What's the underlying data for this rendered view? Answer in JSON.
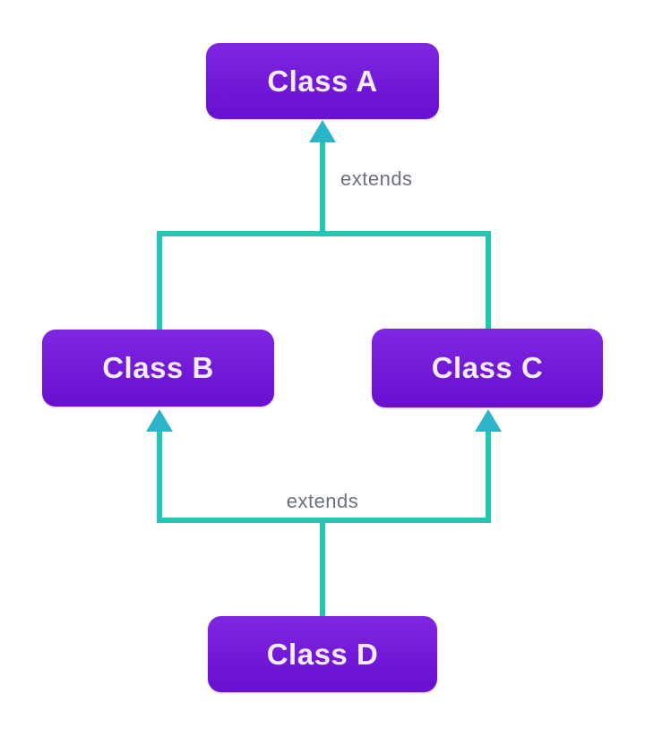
{
  "diagram": {
    "type": "class-inheritance",
    "nodes": [
      {
        "id": "class-a",
        "label": "Class A"
      },
      {
        "id": "class-b",
        "label": "Class B"
      },
      {
        "id": "class-c",
        "label": "Class C"
      },
      {
        "id": "class-d",
        "label": "Class D"
      }
    ],
    "edges": [
      {
        "from": [
          "class-b",
          "class-c"
        ],
        "to": "class-a",
        "label": "extends"
      },
      {
        "from": [
          "class-d"
        ],
        "to": [
          "class-b",
          "class-c"
        ],
        "label": "extends"
      }
    ],
    "icons": [
      {
        "name": "arrow-up-icon",
        "meaning": "inheritance direction",
        "glyph": "▲"
      }
    ],
    "colors": {
      "background": "#ffffff",
      "node_gradient_top": "#7f27e0",
      "node_gradient_bottom": "#690fd0",
      "node_text": "#f5ecff",
      "connector_line": "#1fc7b5",
      "arrowhead": "#2cb4c8",
      "edge_label_text": "#6a7080"
    }
  }
}
